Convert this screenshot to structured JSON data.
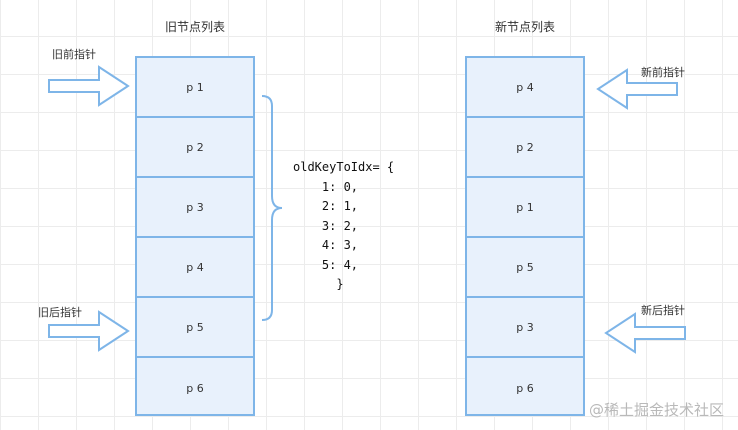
{
  "old_list": {
    "title": "旧节点列表",
    "items": [
      "p 1",
      "p 2",
      "p 3",
      "p 4",
      "p 5",
      "p 6"
    ],
    "start_pointer": "旧前指针",
    "end_pointer": "旧后指针"
  },
  "new_list": {
    "title": "新节点列表",
    "items": [
      "p 4",
      "p 2",
      "p 1",
      "p 5",
      "p 3",
      "p 6"
    ],
    "start_pointer": "新前指针",
    "end_pointer": "新后指针"
  },
  "code": {
    "lines": [
      "oldKeyToIdx= {",
      "    1: 0,",
      "    2: 1,",
      "    3: 2,",
      "    4: 3,",
      "    5: 4,",
      "      }"
    ]
  },
  "colors": {
    "cell_fill": "#e8f1fc",
    "border": "#7eb5e8"
  },
  "watermark": "@稀土掘金技术社区"
}
